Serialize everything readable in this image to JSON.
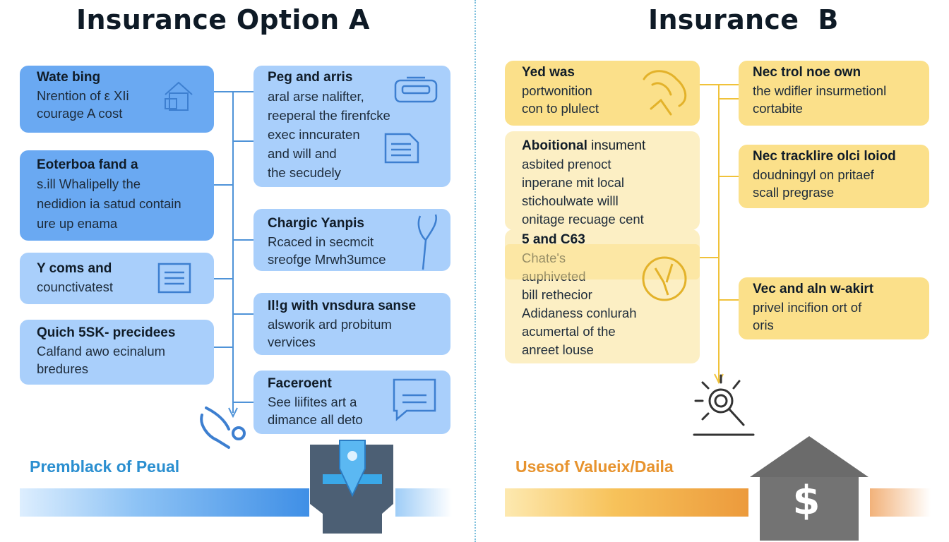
{
  "left": {
    "title": "Insurance Option A",
    "cards": [
      {
        "heading": "Wate bing",
        "text": "Nrention of ε XIi\ncourage A cost"
      },
      {
        "heading": "Eoterboa fand a",
        "text": "s.ill Whalipelly the\nnedidion ia satud contain\nure up enama"
      },
      {
        "heading": "Y coms and",
        "text": "counctivatest"
      },
      {
        "heading": "Quich 5SK- precidees",
        "text": "Calfand awo ecinalum\nbredures"
      },
      {
        "heading": "Peg and arris",
        "text": "aral arse nalifter,\nreeperal the firenfcke\nexec inncuraten\nand will and\nthe secudely"
      },
      {
        "heading": "Chargic Yanpis",
        "text": "Rcaced in secmcit\nsreofge Mrwh3umce"
      },
      {
        "heading": "Il!g with vnsdura sanse",
        "text": "alsworik ard probitum\nvervices"
      },
      {
        "heading": "Faceroent",
        "text": "See liifites art a\ndimance all deto"
      }
    ],
    "footer_label": "Premblack of Peual"
  },
  "right": {
    "title": "Insurance  B",
    "cards": [
      {
        "heading": "Yed was",
        "text": "portwonition\ncon to plulect"
      },
      {
        "heading": "Aboitional",
        "heading_rest": " insument",
        "text": "asbited prenoct\ninperane mit local\nstichoulwate willl\nonitage recuage cent"
      },
      {
        "heading": "5 and C63",
        "text": "Chate's\nauphiveted\nbill rethecior\nAdidaness conlurah\nacumertal of the\nanreet louse"
      },
      {
        "heading": "Nec trol noe own",
        "text": "the wdifler insurmetionl\ncortabite"
      },
      {
        "heading": "Nec tracklire olci loiod",
        "text": "doudningyl on pritaef\nscall pregrase"
      },
      {
        "heading": "Vec and aln w-akirt",
        "text": "privel incifion ort of\noris"
      }
    ],
    "footer_label": "Usesof Valueix/Daila"
  },
  "colors": {
    "blue_dark": "#6aa9f2",
    "blue_light": "#a9cffb",
    "yellow_dark": "#fbe08a",
    "yellow_light": "#fcefc4",
    "connector_blue": "#4f93d8",
    "connector_yellow": "#f0c23a",
    "footer_blue": "#2b8fd0",
    "footer_orange": "#e7932e"
  },
  "icons": [
    "house-icon",
    "bus-icon",
    "document-icon",
    "pin-icon",
    "list-icon",
    "chat-icon",
    "hand-coin-icon",
    "pen-device-icon",
    "hand-gesture-icon",
    "compass-icon",
    "magnifier-gear-icon",
    "dollar-house-icon"
  ]
}
